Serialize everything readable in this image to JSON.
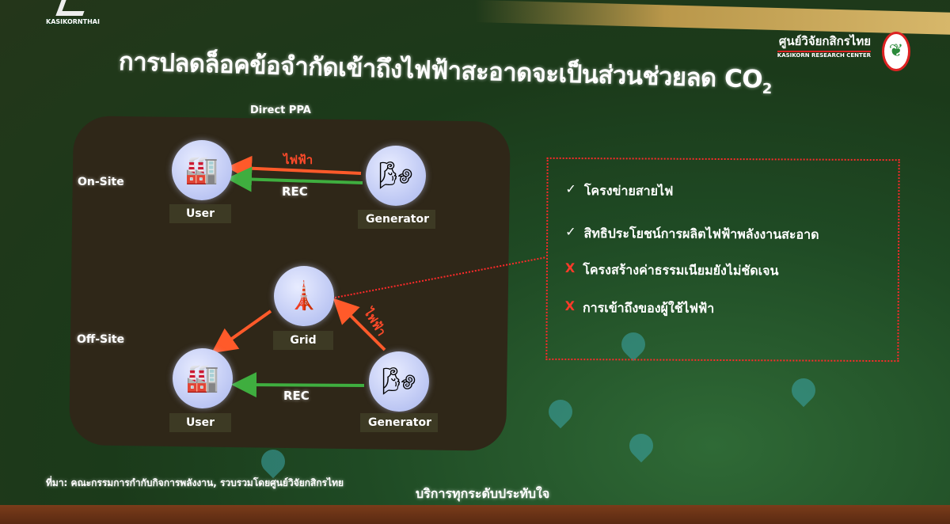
{
  "logo_left": "KASIKORNTHAI",
  "logo_right": {
    "thai": "ศูนย์วิจัยกสิกรไทย",
    "english": "KASIKORN RESEARCH CENTER"
  },
  "title": "การปลดล็อคข้อจำกัดเข้าถึงไฟฟ้าสะอาดจะเป็นส่วนช่วยลด CO",
  "title_sub": "2",
  "diagram": {
    "heading": "Direct PPA",
    "on_site": "On-Site",
    "off_site": "Off-Site",
    "user": "User",
    "generator": "Generator",
    "grid": "Grid",
    "electricity": "ไฟฟ้า",
    "rec": "REC"
  },
  "list": [
    {
      "status": "✓",
      "text": "โครงข่ายสายไฟ"
    },
    {
      "status": "✓",
      "text": "สิทธิประโยชน์การผลิตไฟฟ้าพลังงานสะอาด"
    },
    {
      "status": "X",
      "text": "โครงสร้างค่าธรรมเนียมยังไม่ชัดเจน"
    },
    {
      "status": "X",
      "text": "การเข้าถึงของผู้ใช้ไฟฟ้า"
    }
  ],
  "source": "ที่มา: คณะกรรมการกำกับกิจการพลังงาน, รวบรวมโดยศูนย์วิจัยกสิกรไทย",
  "slogan": "บริการทุกระดับประทับใจ",
  "colors": {
    "electricity": "#ff5a2a",
    "rec": "#3fae3f",
    "box_border": "#ff2a2a"
  }
}
